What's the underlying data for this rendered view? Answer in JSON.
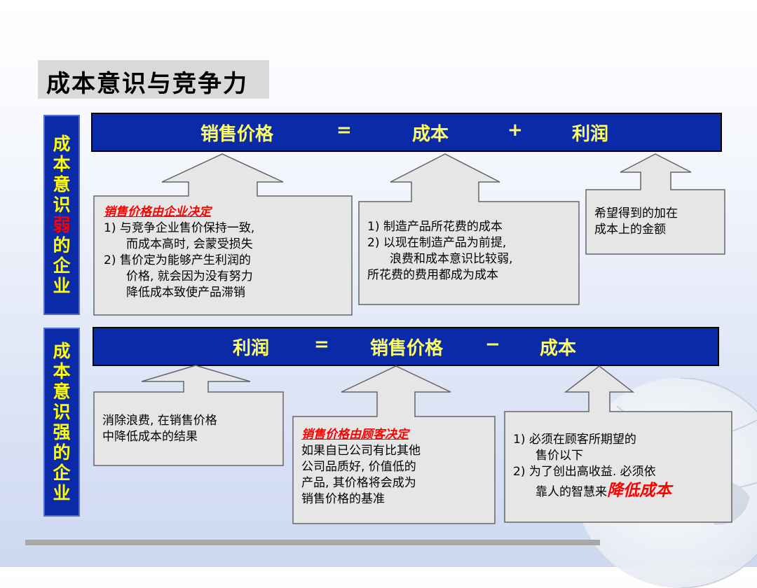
{
  "title": "成本意识与竞争力",
  "weak": {
    "side_pre": [
      "成",
      "本",
      "意",
      "识"
    ],
    "side_mid": "弱",
    "side_post": [
      "的",
      "企",
      "业"
    ],
    "eq": {
      "a": "销售价格",
      "op1": "=",
      "b": "成本",
      "op2": "+",
      "c": "利润"
    },
    "box1": {
      "heading": "销售价格由企业决定",
      "lines": [
        "1) 与竞争企业售价保持一致,",
        "而成本高时, 会蒙受损失",
        "2) 售价定为能够产生利润的",
        "价格, 就会因为没有努力",
        "降低成本致使产品滞销"
      ]
    },
    "box2": {
      "lines": [
        "1) 制造产品所花费的成本",
        "2) 以现在制造产品为前提,",
        "浪费和成本意识比较弱,",
        "所花费的费用都成为成本"
      ]
    },
    "box3": {
      "lines": [
        "希望得到的加在",
        "成本上的金额"
      ]
    }
  },
  "strong": {
    "side": [
      "成",
      "本",
      "意",
      "识",
      "强",
      "的",
      "企",
      "业"
    ],
    "eq": {
      "a": "利润",
      "op1": "=",
      "b": "销售价格",
      "op2": "−",
      "c": "成本"
    },
    "box1": {
      "lines": [
        "消除浪费, 在销售价格",
        "中降低成本的结果"
      ]
    },
    "box2": {
      "heading": "销售价格由顾客决定",
      "lines": [
        "如果自已公司有比其他",
        "公司品质好, 价值低的",
        "产品, 其价格将会成为",
        "销售价格的基准"
      ]
    },
    "box3": {
      "lines": [
        "1) 必须在顾客所期望的",
        "售价以下",
        "2) 为了创出高收益. 必须依"
      ],
      "last_prefix": "靠人的智慧来",
      "last_emph": "降低成本"
    }
  }
}
